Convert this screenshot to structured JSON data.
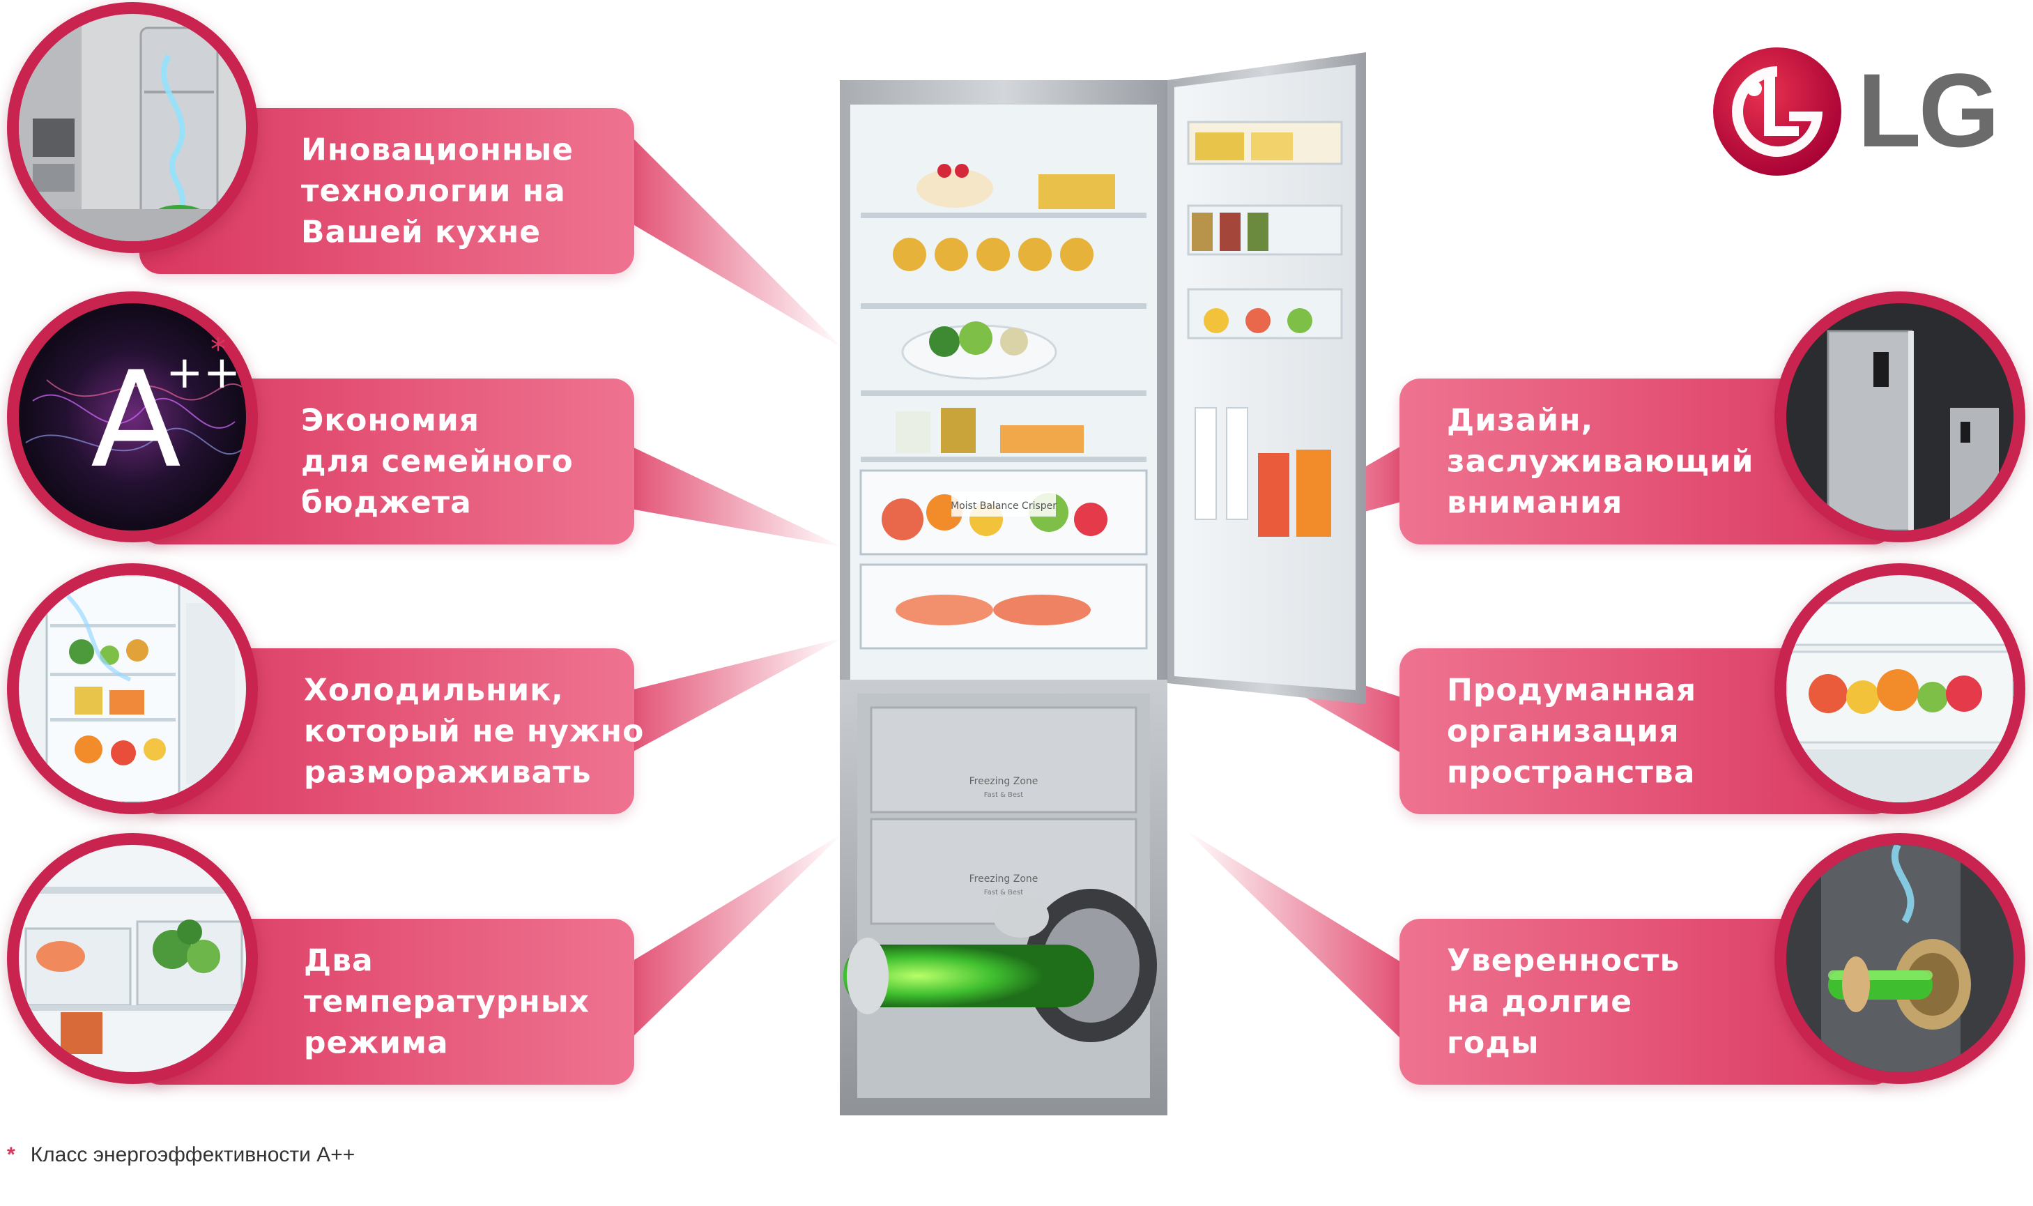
{
  "brand": {
    "logo_text": "LG",
    "logo_mark_letters": "LG",
    "colors": {
      "accent": "#d9365f",
      "accent_dark": "#c9244f",
      "logo_grey": "#6b6b6b"
    }
  },
  "features": [
    {
      "side": "left",
      "lines": [
        "Иновационные",
        "технологии на",
        "Вашей кухне"
      ],
      "icon": "kitchen-fridge-photo"
    },
    {
      "side": "left",
      "lines": [
        "Экономия",
        "для семейного",
        "бюджета"
      ],
      "icon": "energy-class-a-plus-plus",
      "badge_text": "A",
      "badge_sup": "++",
      "badge_mark": "*"
    },
    {
      "side": "left",
      "lines": [
        "Холодильник,",
        "который не нужно",
        "размораживать"
      ],
      "icon": "no-frost-interior-photo"
    },
    {
      "side": "left",
      "lines": [
        "Два",
        "температурных",
        "режима"
      ],
      "icon": "vegetable-drawer-photo"
    },
    {
      "side": "right",
      "lines": [
        "Дизайн,",
        "заслуживающий",
        "внимания"
      ],
      "icon": "steel-fridge-photo"
    },
    {
      "side": "right",
      "lines": [
        "Продуманная",
        "организация",
        "пространства"
      ],
      "icon": "fruit-drawer-photo"
    },
    {
      "side": "right",
      "lines": [
        "Уверенность",
        "на долгие",
        "годы"
      ],
      "icon": "inverter-compressor-photo"
    }
  ],
  "fridge": {
    "freezer_labels": [
      {
        "title": "Freezing Zone",
        "sub": "Fast & Best"
      },
      {
        "title": "Freezing Zone",
        "sub": "Fast & Best"
      }
    ],
    "drawer_label": "Moist Balance Crisper"
  },
  "footnote": {
    "star": "*",
    "text": "Класс энергоэффективности А++"
  }
}
